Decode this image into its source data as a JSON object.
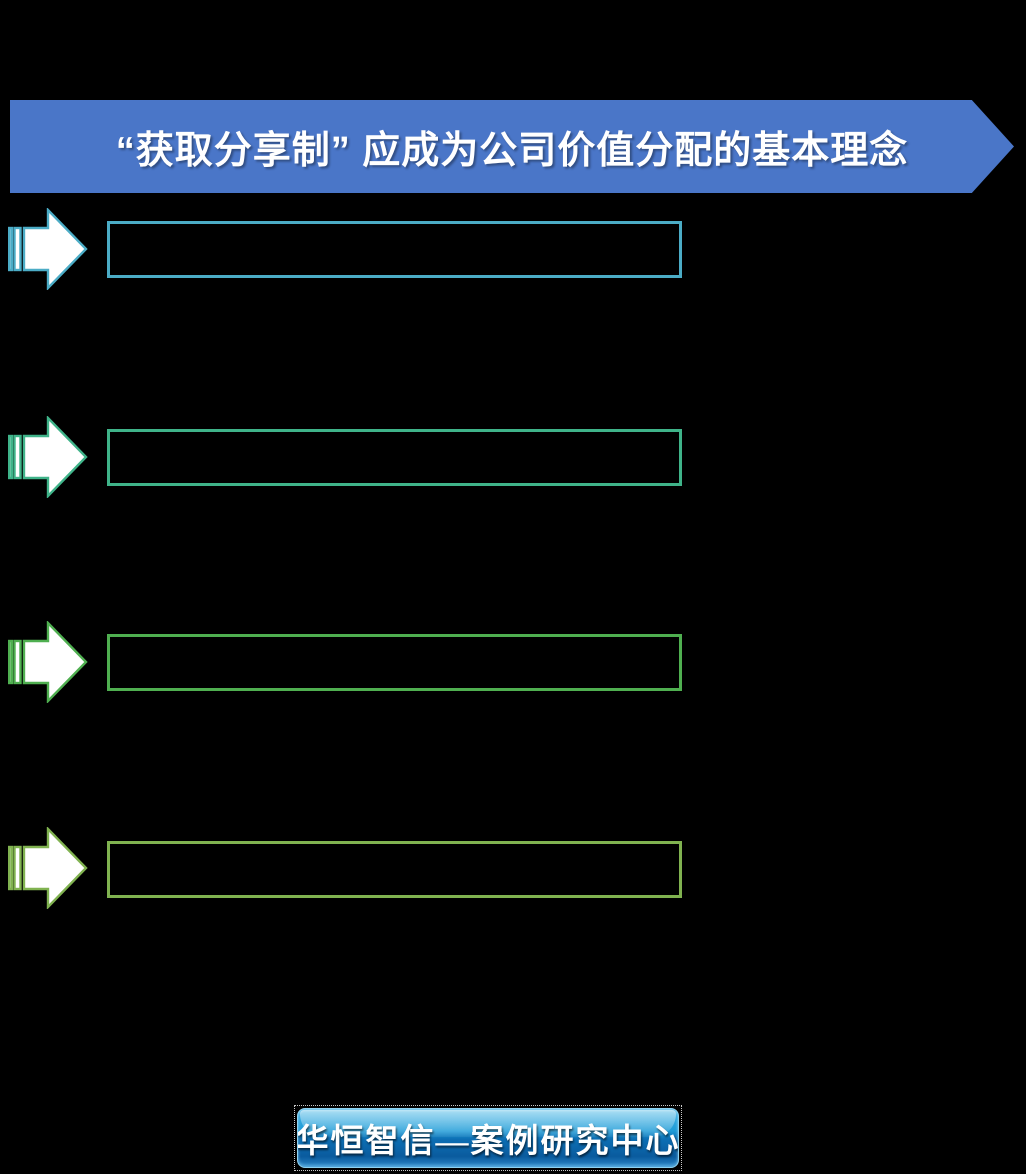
{
  "page": {
    "background_color": "#000000"
  },
  "banner": {
    "title": "“获取分享制” 应成为公司价值分配的基本理念",
    "bg_color": "#4a76c8",
    "text_color": "#ffffff"
  },
  "rows": [
    {
      "label": "",
      "box_text": "",
      "accent": "#4bacc6",
      "arrow_fill": "#ffffff",
      "top_arrow": "208",
      "top_box": "221"
    },
    {
      "label": "",
      "box_text": "",
      "accent": "#3fb389",
      "arrow_fill": "#ffffff",
      "top_arrow": "416",
      "top_box": "429"
    },
    {
      "label": "",
      "box_text": "",
      "accent": "#4faf50",
      "arrow_fill": "#ffffff",
      "top_arrow": "621",
      "top_box": "634"
    },
    {
      "label": "",
      "box_text": "",
      "accent": "#80b250",
      "arrow_fill": "#ffffff",
      "top_arrow": "827",
      "top_box": "841"
    }
  ],
  "footer": {
    "logo_text": "华恒智信—案例研究中心",
    "logo_text_color": "#ffffff",
    "logo_gradient_top": "#41b4e6",
    "logo_gradient_bottom": "#0a5b9e"
  }
}
